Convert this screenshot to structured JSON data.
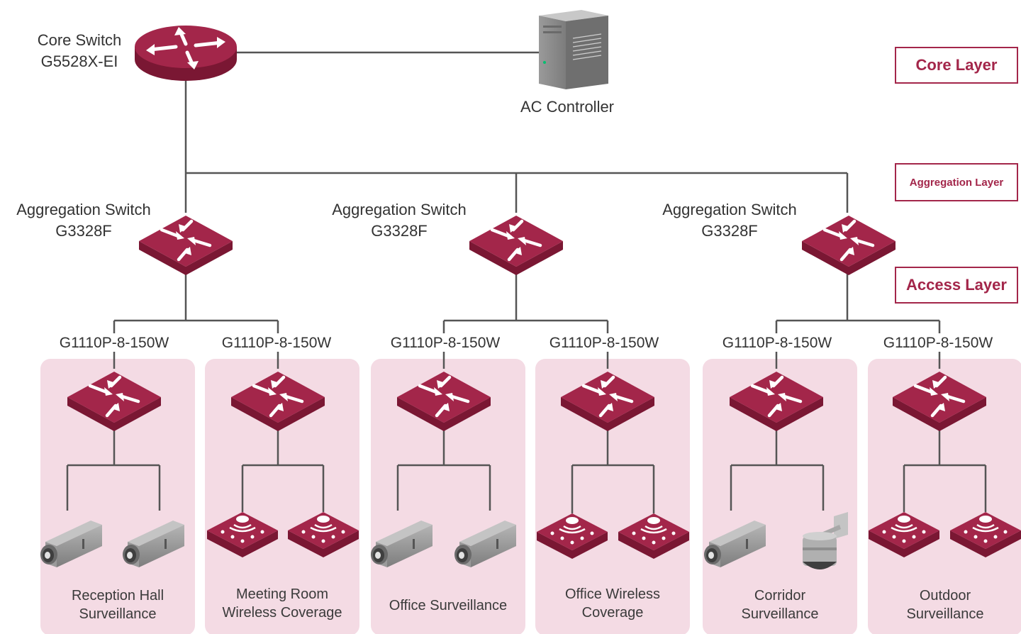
{
  "core": {
    "name": "Core Switch",
    "model": "G5528X-EI"
  },
  "controller": {
    "name": "AC Controller"
  },
  "aggregation": [
    {
      "name": "Aggregation Switch",
      "model": "G3328F"
    },
    {
      "name": "Aggregation Switch",
      "model": "G3328F"
    },
    {
      "name": "Aggregation Switch",
      "model": "G3328F"
    }
  ],
  "access": [
    {
      "model": "G1110P-8-150W",
      "zone_line1": "Reception Hall",
      "zone_line2": "Surveillance",
      "devices": "camera"
    },
    {
      "model": "G1110P-8-150W",
      "zone_line1": "Meeting Room",
      "zone_line2": "Wireless Coverage",
      "devices": "ap"
    },
    {
      "model": "G1110P-8-150W",
      "zone_line1": "Office Surveillance",
      "zone_line2": "",
      "devices": "camera"
    },
    {
      "model": "G1110P-8-150W",
      "zone_line1": "Office Wireless",
      "zone_line2": "Coverage",
      "devices": "ap"
    },
    {
      "model": "G1110P-8-150W",
      "zone_line1": "Corridor",
      "zone_line2": "Surveillance",
      "devices": "camera+dome"
    },
    {
      "model": "G1110P-8-150W",
      "zone_line1": "Outdoor",
      "zone_line2": "Surveillance",
      "devices": "ap"
    }
  ],
  "layers": {
    "core": "Core Layer",
    "aggregation": "Aggregation Layer",
    "access": "Access Layer"
  },
  "colors": {
    "brand": "#a3264a",
    "brand_dark": "#7a1733",
    "zone_bg": "#f4dbe4",
    "line": "#555555",
    "device_gray": "#8a8a8a"
  },
  "icons": [
    "router-icon",
    "server-icon",
    "switch-icon",
    "camera-icon",
    "access-point-icon",
    "dome-camera-icon"
  ]
}
